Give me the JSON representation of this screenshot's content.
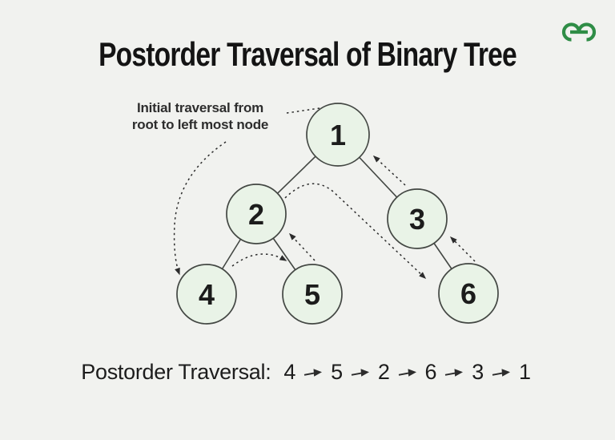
{
  "colors": {
    "background": "#f1f2ef",
    "node_fill": "#e9f3e7",
    "node_stroke": "#434743",
    "arrow": "#2c2c2c",
    "logo_green": "#2f8d46"
  },
  "header": {
    "title": "Postorder Traversal of Binary Tree"
  },
  "annotation": {
    "line1": "Initial traversal from",
    "line2": "root to left most node"
  },
  "tree": {
    "nodes": [
      {
        "label": "1"
      },
      {
        "label": "2"
      },
      {
        "label": "3"
      },
      {
        "label": "4"
      },
      {
        "label": "5"
      },
      {
        "label": "6"
      }
    ],
    "edges": [
      "1-2",
      "1-3",
      "2-4",
      "2-5",
      "3-6"
    ]
  },
  "footer": {
    "label": "Postorder Traversal:",
    "sequence": [
      "4",
      "5",
      "2",
      "6",
      "3",
      "1"
    ]
  }
}
